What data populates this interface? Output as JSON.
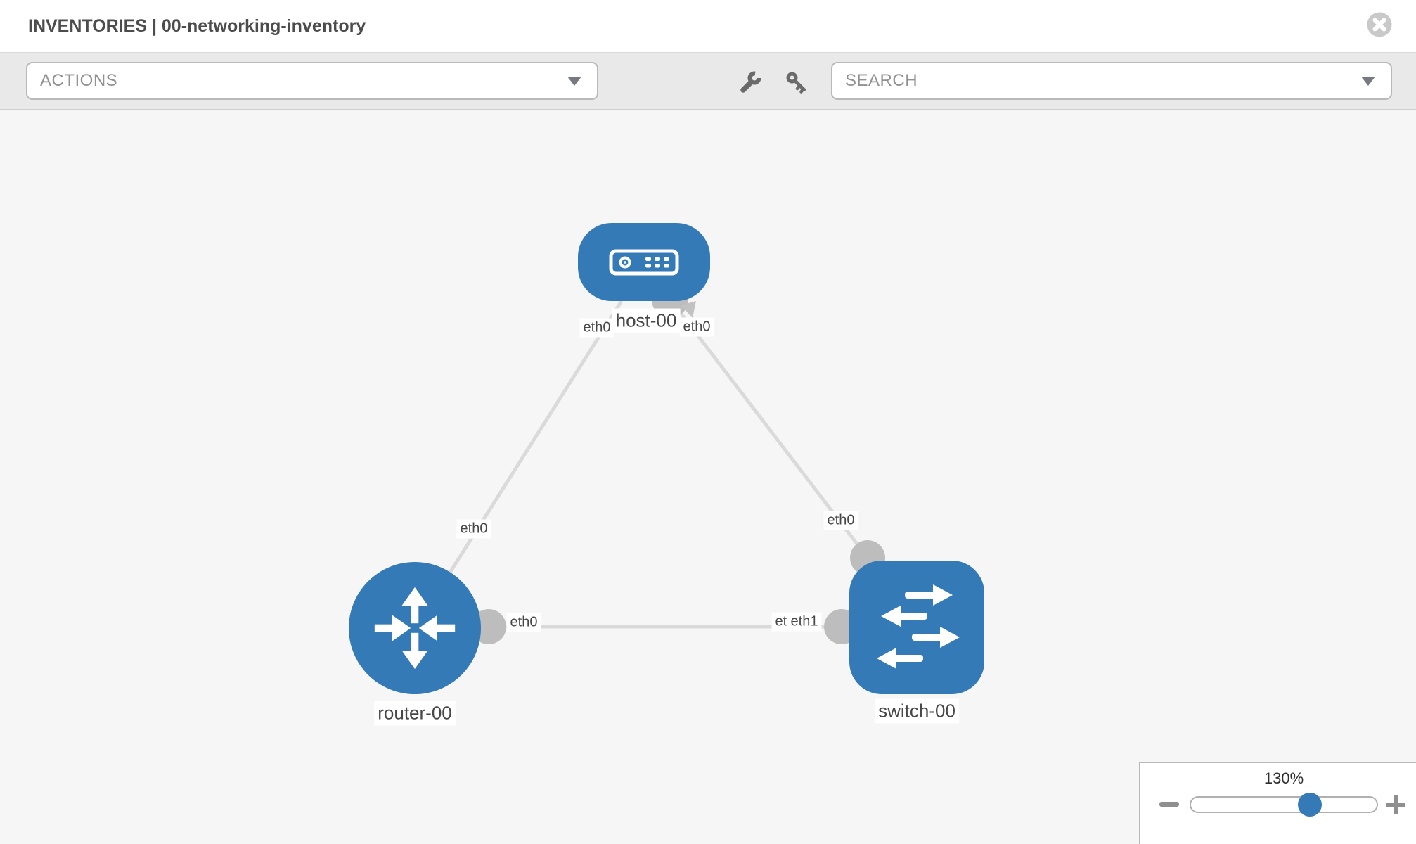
{
  "header": {
    "title": "INVENTORIES | 00-networking-inventory"
  },
  "toolbar": {
    "actions_label": "ACTIONS",
    "search_label": "SEARCH",
    "tool_icons": [
      "wrench",
      "key"
    ]
  },
  "topology": {
    "nodes": [
      {
        "id": "host-00",
        "type": "host",
        "label": "host-00"
      },
      {
        "id": "router-00",
        "type": "router",
        "label": "router-00"
      },
      {
        "id": "switch-00",
        "type": "switch",
        "label": "switch-00"
      }
    ],
    "links": [
      {
        "source": "host-00",
        "target": "router-00",
        "source_interface": "eth0",
        "target_interface": "eth0"
      },
      {
        "source": "host-00",
        "target": "switch-00",
        "source_interface": "eth0",
        "target_interface": "eth0"
      },
      {
        "source": "router-00",
        "target": "switch-00",
        "source_interface": "eth0",
        "target_interface": "eth1"
      }
    ],
    "overlap_ghost_label": "eth0"
  },
  "zoom": {
    "level_label": "130%",
    "value_percent": 130
  },
  "colors": {
    "node_blue": "#337ab7",
    "link_gray": "#dadada",
    "port_gray": "#bdbdbd",
    "toolbar_bg": "#e9e9e9",
    "canvas_bg": "#f6f6f6",
    "label_text": "#474747"
  }
}
